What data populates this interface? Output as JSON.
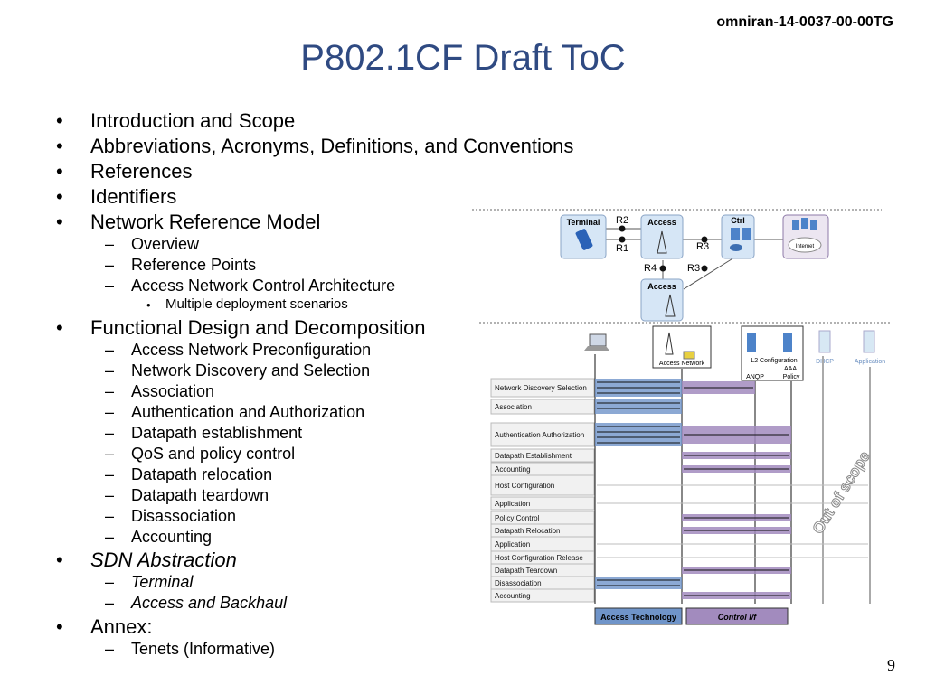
{
  "header": {
    "doc_id": "omniran-14-0037-00-00TG",
    "title": "P802.1CF Draft ToC"
  },
  "toc": [
    {
      "level": 1,
      "text": "Introduction and Scope"
    },
    {
      "level": 1,
      "text": "Abbreviations, Acronyms, Definitions, and Conventions"
    },
    {
      "level": 1,
      "text": "References"
    },
    {
      "level": 1,
      "text": "Identifiers"
    },
    {
      "level": 1,
      "text": "Network Reference Model"
    },
    {
      "level": 2,
      "text": "Overview"
    },
    {
      "level": 2,
      "text": "Reference Points"
    },
    {
      "level": 2,
      "text": "Access Network Control Architecture"
    },
    {
      "level": 3,
      "text": "Multiple deployment scenarios"
    },
    {
      "level": 1,
      "text": "Functional Design and Decomposition"
    },
    {
      "level": 2,
      "text": "Access Network Preconfiguration"
    },
    {
      "level": 2,
      "text": "Network Discovery and Selection"
    },
    {
      "level": 2,
      "text": "Association"
    },
    {
      "level": 2,
      "text": "Authentication and Authorization"
    },
    {
      "level": 2,
      "text": "Datapath establishment"
    },
    {
      "level": 2,
      "text": "QoS and policy control"
    },
    {
      "level": 2,
      "text": "Datapath relocation"
    },
    {
      "level": 2,
      "text": "Datapath teardown"
    },
    {
      "level": 2,
      "text": "Disassociation"
    },
    {
      "level": 2,
      "text": "Accounting"
    },
    {
      "level": 1,
      "text": "SDN Abstraction",
      "italic": true
    },
    {
      "level": 2,
      "text": "Terminal",
      "italic": true
    },
    {
      "level": 2,
      "text": "Access and Backhaul",
      "italic": true
    },
    {
      "level": 1,
      "text": "Annex:"
    },
    {
      "level": 2,
      "text": "Tenets (Informative)"
    }
  ],
  "markers": {
    "l1": "•",
    "l2": "–",
    "l3": "•"
  },
  "diagram": {
    "terminal": "Terminal",
    "access": "Access",
    "ctrl": "Ctrl",
    "internet": "Internet",
    "r1": "R1",
    "r2": "R2",
    "r3": "R3",
    "r4": "R4"
  },
  "flow": {
    "lane_access_network": "Access Network",
    "lane_l2_config": "L2 Configuration",
    "lane_anqp": "ANQP",
    "lane_aaa": "AAA",
    "lane_policy": "Policy",
    "lane_dhcp": "DHCP",
    "lane_application": "Application",
    "steps": [
      "Network Discovery Selection",
      "Association",
      "Authentication Authorization",
      "Datapath Establishment",
      "Accounting",
      "Host Configuration",
      "Application",
      "Policy Control",
      "Datapath Relocation",
      "Application",
      "Host Configuration Release",
      "Datapath Teardown",
      "Disassociation",
      "Accounting"
    ],
    "legend_access": "Access Technology",
    "legend_control": "Control I/f",
    "out_of_scope": "Out of scope"
  },
  "page_number": "9",
  "colors": {
    "title": "#2f4a82",
    "access_blue": "#6f94c9",
    "control_purple": "#a28bbe"
  }
}
